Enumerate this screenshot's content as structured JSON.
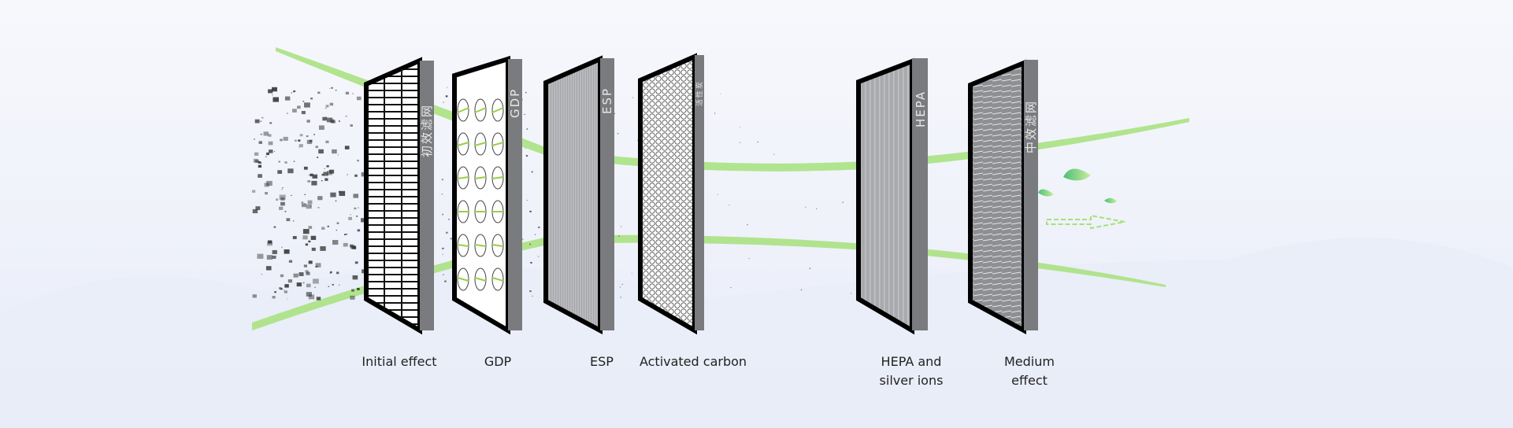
{
  "filters": [
    {
      "label": "Initial effect",
      "side_text": "初效滤网"
    },
    {
      "label": "GDP",
      "side_text": "GDP"
    },
    {
      "label": "ESP",
      "side_text": "ESP"
    },
    {
      "label": "Activated carbon",
      "side_text": "活性炭"
    },
    {
      "label": "HEPA and silver ions",
      "label_line1": "HEPA and",
      "label_line2": "silver ions",
      "side_text": "HEPA"
    },
    {
      "label": "Medium effect",
      "label_line1": "Medium",
      "label_line2": "effect",
      "side_text": "中效滤网"
    }
  ],
  "colors": {
    "accent_green": "#a6e07a",
    "frame": "#111111",
    "side_bar": "#7a7b7e"
  }
}
